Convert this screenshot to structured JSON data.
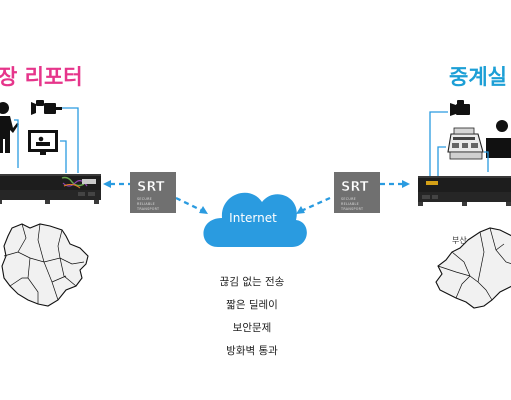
{
  "left_site": {
    "title": "장 리포터"
  },
  "right_site": {
    "title": "중계실",
    "map_label": "부산"
  },
  "cloud": {
    "label": "Internet"
  },
  "srt_badge": {
    "logo": "SRT",
    "subtitle": [
      "SECURE",
      "RELIABLE",
      "TRANSPORT"
    ]
  },
  "features": [
    "끊김 없는 전송",
    "짧은 딜레이",
    "보안문제",
    "방화벽 통과"
  ],
  "colors": {
    "left_accent": "#e6358b",
    "right_accent": "#1c9fd6",
    "link": "#2a9be0",
    "cloud": "#2a9be0",
    "badge": "#707070"
  },
  "icons": [
    "person-icon",
    "video-camera-icon",
    "monitor-icon",
    "mixer-console-icon",
    "rack-encoder-icon",
    "rack-decoder-icon",
    "seoul-map",
    "busan-map",
    "cloud-icon"
  ]
}
